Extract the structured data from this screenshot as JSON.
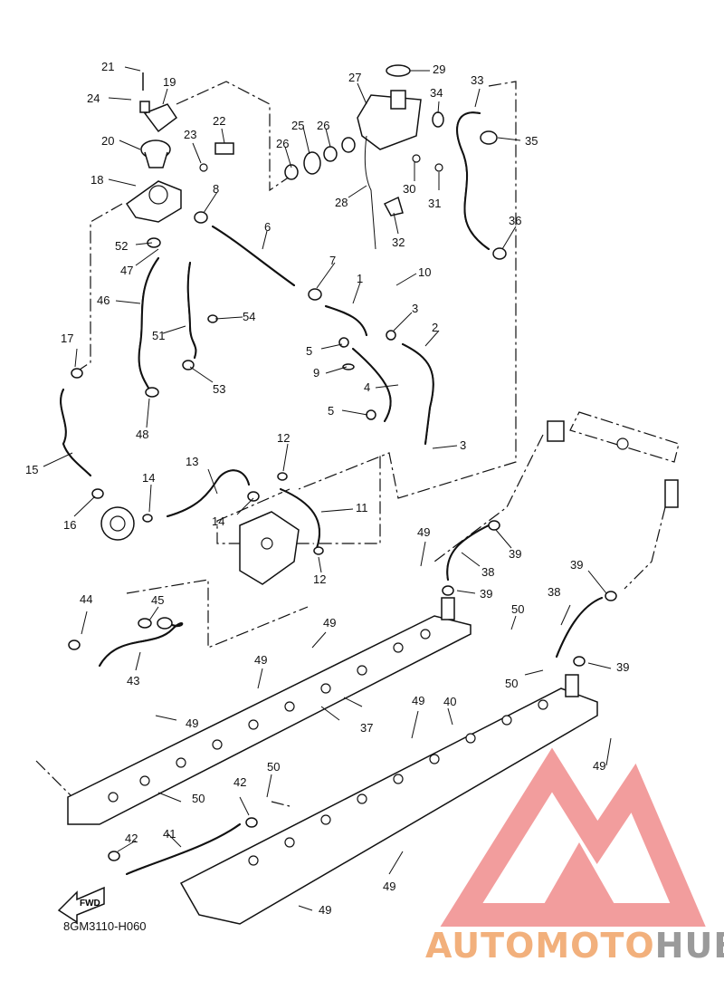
{
  "diagram_code": "8GM3110-H060",
  "fwd_label": "FWD",
  "watermark": {
    "part1": "AUTOMOTO",
    "part2": "HUB",
    "logo_color": "#f08c8c",
    "text_color_1": "#f2b07c",
    "text_color_2": "#9a9a9a"
  },
  "labels": [
    {
      "id": "l1",
      "text": "1"
    },
    {
      "id": "l2",
      "text": "2"
    },
    {
      "id": "l3a",
      "text": "3"
    },
    {
      "id": "l3b",
      "text": "3"
    },
    {
      "id": "l4",
      "text": "4"
    },
    {
      "id": "l5a",
      "text": "5"
    },
    {
      "id": "l5b",
      "text": "5"
    },
    {
      "id": "l6",
      "text": "6"
    },
    {
      "id": "l7",
      "text": "7"
    },
    {
      "id": "l8",
      "text": "8"
    },
    {
      "id": "l9",
      "text": "9"
    },
    {
      "id": "l10",
      "text": "10"
    },
    {
      "id": "l11",
      "text": "11"
    },
    {
      "id": "l12a",
      "text": "12"
    },
    {
      "id": "l12b",
      "text": "12"
    },
    {
      "id": "l13",
      "text": "13"
    },
    {
      "id": "l14a",
      "text": "14"
    },
    {
      "id": "l14b",
      "text": "14"
    },
    {
      "id": "l15",
      "text": "15"
    },
    {
      "id": "l16",
      "text": "16"
    },
    {
      "id": "l17",
      "text": "17"
    },
    {
      "id": "l18",
      "text": "18"
    },
    {
      "id": "l19",
      "text": "19"
    },
    {
      "id": "l20",
      "text": "20"
    },
    {
      "id": "l21",
      "text": "21"
    },
    {
      "id": "l22",
      "text": "22"
    },
    {
      "id": "l23",
      "text": "23"
    },
    {
      "id": "l24",
      "text": "24"
    },
    {
      "id": "l25",
      "text": "25"
    },
    {
      "id": "l26a",
      "text": "26"
    },
    {
      "id": "l26b",
      "text": "26"
    },
    {
      "id": "l27",
      "text": "27"
    },
    {
      "id": "l28",
      "text": "28"
    },
    {
      "id": "l29",
      "text": "29"
    },
    {
      "id": "l30",
      "text": "30"
    },
    {
      "id": "l31",
      "text": "31"
    },
    {
      "id": "l32",
      "text": "32"
    },
    {
      "id": "l33",
      "text": "33"
    },
    {
      "id": "l34",
      "text": "34"
    },
    {
      "id": "l35",
      "text": "35"
    },
    {
      "id": "l36",
      "text": "36"
    },
    {
      "id": "l37",
      "text": "37"
    },
    {
      "id": "l38a",
      "text": "38"
    },
    {
      "id": "l38b",
      "text": "38"
    },
    {
      "id": "l39a",
      "text": "39"
    },
    {
      "id": "l39b",
      "text": "39"
    },
    {
      "id": "l39c",
      "text": "39"
    },
    {
      "id": "l39d",
      "text": "39"
    },
    {
      "id": "l40",
      "text": "40"
    },
    {
      "id": "l41",
      "text": "41"
    },
    {
      "id": "l42a",
      "text": "42"
    },
    {
      "id": "l42b",
      "text": "42"
    },
    {
      "id": "l43",
      "text": "43"
    },
    {
      "id": "l44",
      "text": "44"
    },
    {
      "id": "l45",
      "text": "45"
    },
    {
      "id": "l46",
      "text": "46"
    },
    {
      "id": "l47",
      "text": "47"
    },
    {
      "id": "l48",
      "text": "48"
    },
    {
      "id": "l49a",
      "text": "49"
    },
    {
      "id": "l49b",
      "text": "49"
    },
    {
      "id": "l49c",
      "text": "49"
    },
    {
      "id": "l49d",
      "text": "49"
    },
    {
      "id": "l49e",
      "text": "49"
    },
    {
      "id": "l49f",
      "text": "49"
    },
    {
      "id": "l49g",
      "text": "49"
    },
    {
      "id": "l49h",
      "text": "49"
    },
    {
      "id": "l50a",
      "text": "50"
    },
    {
      "id": "l50b",
      "text": "50"
    },
    {
      "id": "l50c",
      "text": "50"
    },
    {
      "id": "l50d",
      "text": "50"
    },
    {
      "id": "l51",
      "text": "51"
    },
    {
      "id": "l52",
      "text": "52"
    },
    {
      "id": "l53",
      "text": "53"
    },
    {
      "id": "l54",
      "text": "54"
    }
  ]
}
